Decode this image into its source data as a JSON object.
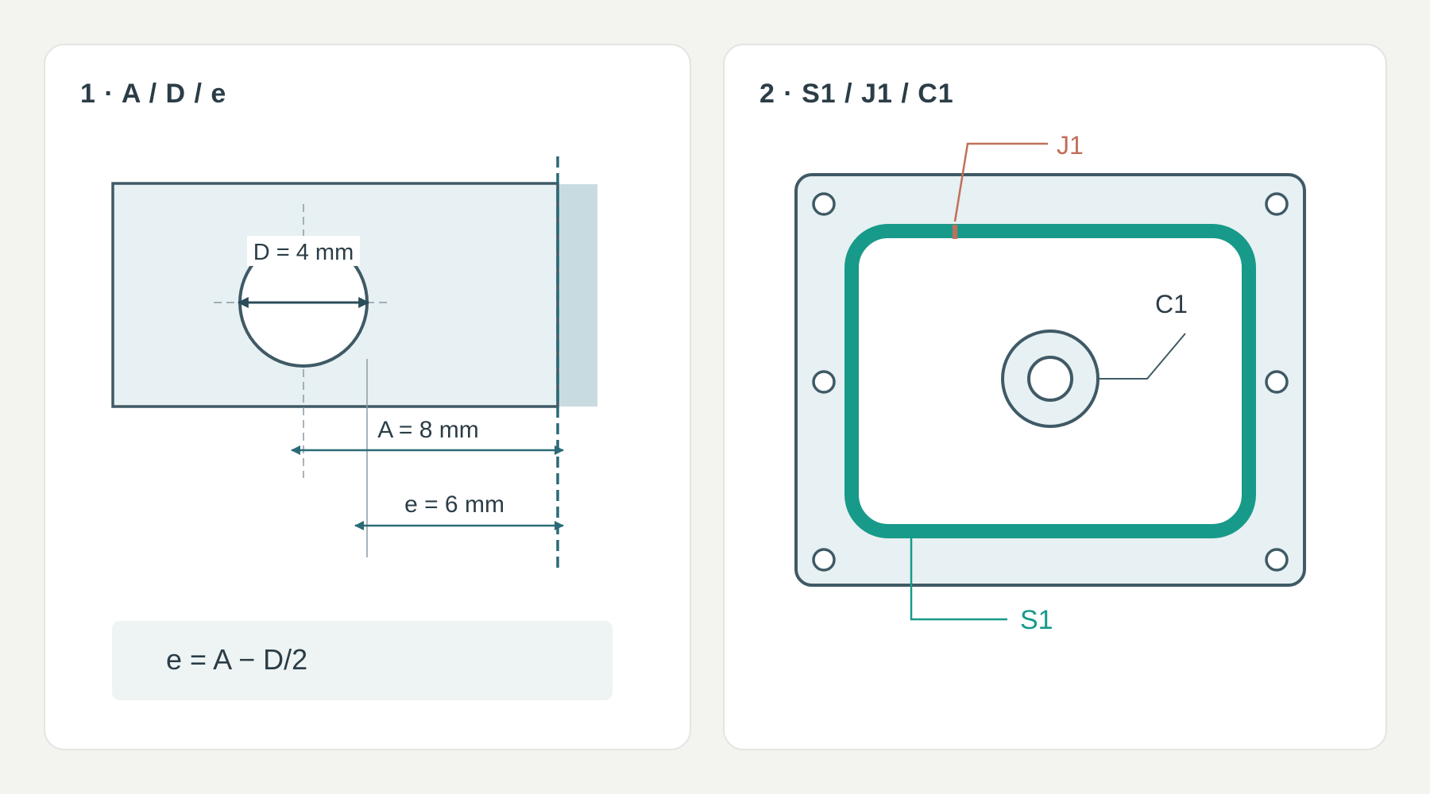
{
  "panels": {
    "left": {
      "title": "1 · A / D / e",
      "labels": {
        "diameter": "D = 4 mm",
        "a_distance": "A = 8 mm",
        "edge_distance": "e = 6 mm"
      },
      "formula": "e = A − D/2"
    },
    "right": {
      "title": "2 · S1 / J1 / C1",
      "labels": {
        "j1": "J1",
        "c1": "C1",
        "s1": "S1"
      }
    }
  },
  "colors": {
    "stroke": "#3f5a66",
    "plate_fill": "#e7f0f2",
    "edge_fill": "#c8dbe0",
    "dimension": "#2a6b78",
    "seal": "#189a8a",
    "joint": "#c0705a",
    "label_dark": "#2b3d47"
  }
}
